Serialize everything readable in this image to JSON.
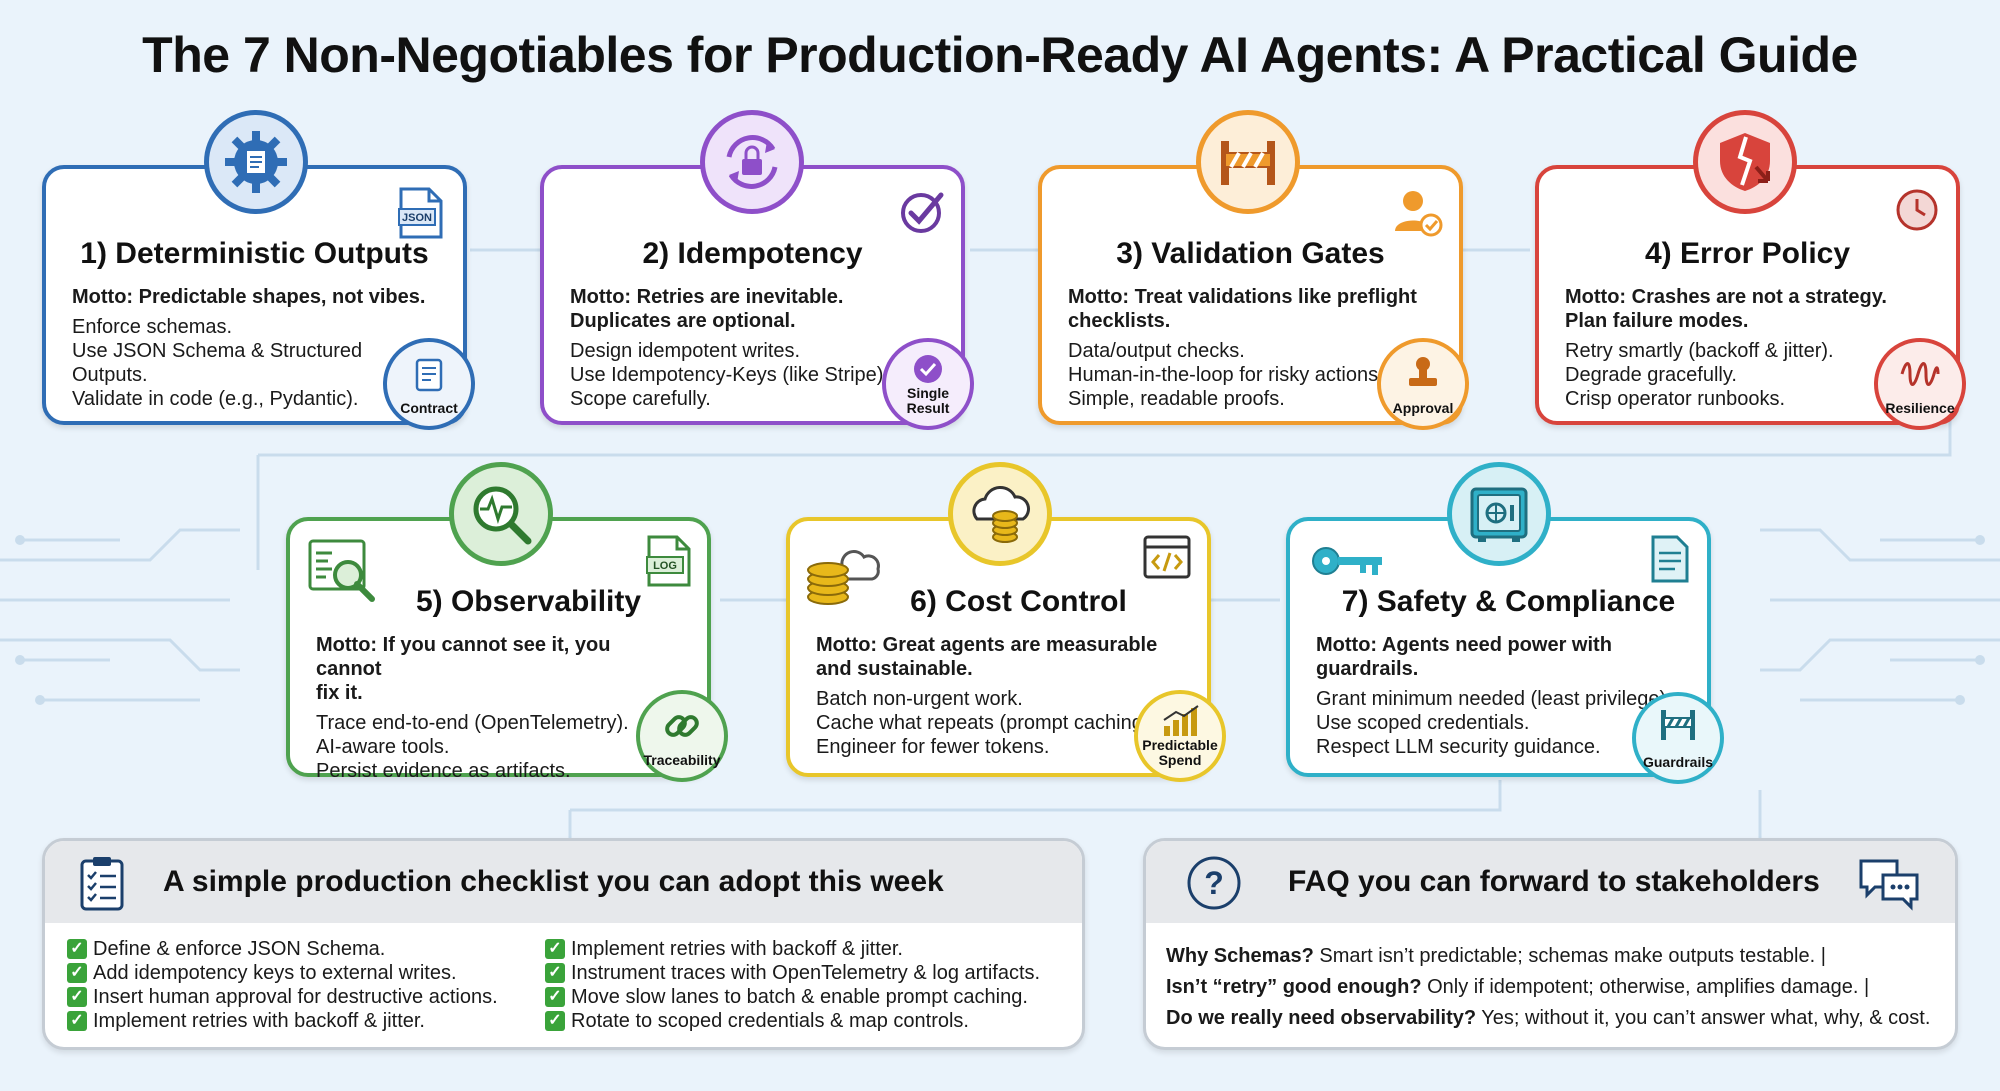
{
  "title": "The 7 Non-Negotiables for Production-Ready AI Agents: A Practical Guide",
  "cards": [
    {
      "title": "1) Deterministic Outputs",
      "motto": "Motto: Predictable shapes, not vibes.",
      "lines": [
        "Enforce schemas.",
        "Use JSON Schema & Structured",
        "Outputs.",
        "Validate in code (e.g., Pydantic)."
      ],
      "badge": "Contract",
      "corner_icon": "json-file-icon",
      "top_icon": "gear-document-icon",
      "color": "#2f6db5"
    },
    {
      "title": "2) Idempotency",
      "motto_lines": [
        "Motto: Retries are inevitable.",
        "Duplicates are optional."
      ],
      "lines": [
        "Design idempotent writes.",
        "Use Idempotency-Keys (like Stripe)",
        "Scope carefully."
      ],
      "badge_lines": [
        "Single",
        "Result"
      ],
      "corner_icon": "checkmark-circle-icon",
      "top_icon": "refresh-lock-icon",
      "color": "#8e4fc9"
    },
    {
      "title": "3) Validation Gates",
      "motto_lines": [
        "Motto: Treat validations like preflight",
        "checklists."
      ],
      "lines": [
        "Data/output checks.",
        "Human-in-the-loop for risky actions.",
        "Simple, readable proofs."
      ],
      "badge": "Approval",
      "corner_icon": "user-check-icon",
      "top_icon": "barrier-gate-icon",
      "color": "#ef9a2c"
    },
    {
      "title": "4) Error Policy",
      "motto_lines": [
        "Motto: Crashes are not a strategy.",
        "Plan failure modes."
      ],
      "lines": [
        "Retry smartly (backoff & jitter).",
        "Degrade gracefully.",
        "Crisp operator runbooks."
      ],
      "badge": "Resilience",
      "corner_icon": "clock-icon",
      "top_icon": "broken-shield-icon",
      "color": "#d8443c"
    },
    {
      "title": "5) Observability",
      "motto_lines": [
        "Motto: If you cannot see it, you cannot",
        "fix it."
      ],
      "lines": [
        "Trace end-to-end (OpenTelemetry).",
        "AI-aware tools.",
        "Persist evidence as artifacts."
      ],
      "badge": "Traceability",
      "corner_icon": "log-file-icon",
      "side_icon": "dashboard-magnifier-icon",
      "top_icon": "magnifier-pulse-icon",
      "color": "#4fa24f"
    },
    {
      "title": "6) Cost Control",
      "motto_lines": [
        "Motto: Great agents are measurable",
        "and sustainable."
      ],
      "lines": [
        "Batch non-urgent work.",
        "Cache what repeats (prompt caching).",
        "Engineer for fewer tokens."
      ],
      "badge_lines": [
        "Predictable",
        "Spend"
      ],
      "corner_icon": "code-window-icon",
      "side_icon": "coins-cloud-icon",
      "top_icon": "cloud-coins-icon",
      "color": "#e8c62a"
    },
    {
      "title": "7) Safety & Compliance",
      "motto_lines": [
        "Motto: Agents need power with",
        "guardrails."
      ],
      "lines": [
        "Grant minimum needed (least privilege).",
        "Use scoped credentials.",
        "Respect LLM security guidance."
      ],
      "badge": "Guardrails",
      "corner_icon": "document-icon",
      "side_icon": "key-icon",
      "top_icon": "safe-vault-icon",
      "color": "#2fb0c8"
    }
  ],
  "checklist": {
    "title": "A simple production checklist you can adopt this week",
    "left": [
      "Define & enforce JSON Schema.",
      "Add idempotency keys to external writes.",
      "Insert human approval for destructive actions.",
      "Implement retries with backoff & jitter."
    ],
    "right": [
      "Implement retries with backoff & jitter.",
      "Instrument traces with OpenTelemetry & log artifacts.",
      "Move slow lanes to batch & enable prompt caching.",
      "Rotate to scoped credentials & map controls."
    ],
    "check_glyph": "✓"
  },
  "faq": {
    "title": "FAQ you can forward to stakeholders",
    "items": [
      {
        "q": "Why Schemas?",
        "a": " Smart isn’t predictable; schemas make outputs testable. |"
      },
      {
        "q": "Isn’t “retry” good enough?",
        "a": " Only if idempotent; otherwise, amplifies damage. |"
      },
      {
        "q": "Do we really need observability?",
        "a": " Yes; without it, you can’t answer what, why, & cost."
      }
    ]
  }
}
